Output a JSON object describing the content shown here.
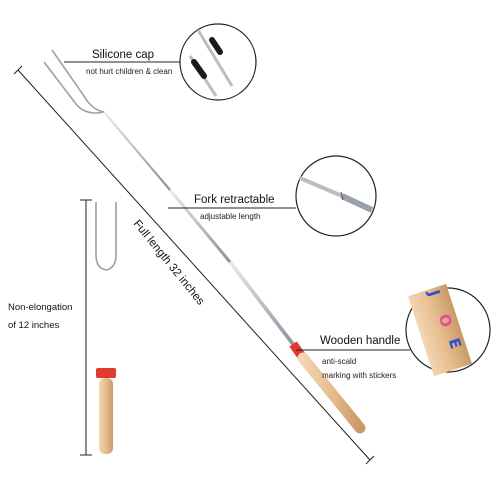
{
  "colors": {
    "steel": "#cfd3d8",
    "steel_dark": "#7a8088",
    "wood": "#e9c49a",
    "wood_dark": "#c99a66",
    "red_ring": "#e23b2e",
    "cap_black": "#1a1a1a",
    "callout_line": "#222222"
  },
  "callouts": {
    "cap": {
      "title": "Silicone cap",
      "subtitle": "not hurt children & clean"
    },
    "fork": {
      "title": "Fork retractable",
      "subtitle": "adjustable length"
    },
    "handle": {
      "title": "Wooden handle",
      "line1": "anti-scald",
      "line2": "marking with stickers"
    }
  },
  "dimensions": {
    "full_length": "Full length 32 inches",
    "short_line1": "Non-elongation",
    "short_line2": "of 12 inches"
  },
  "sticker_letters": [
    "J",
    "O",
    "E"
  ]
}
